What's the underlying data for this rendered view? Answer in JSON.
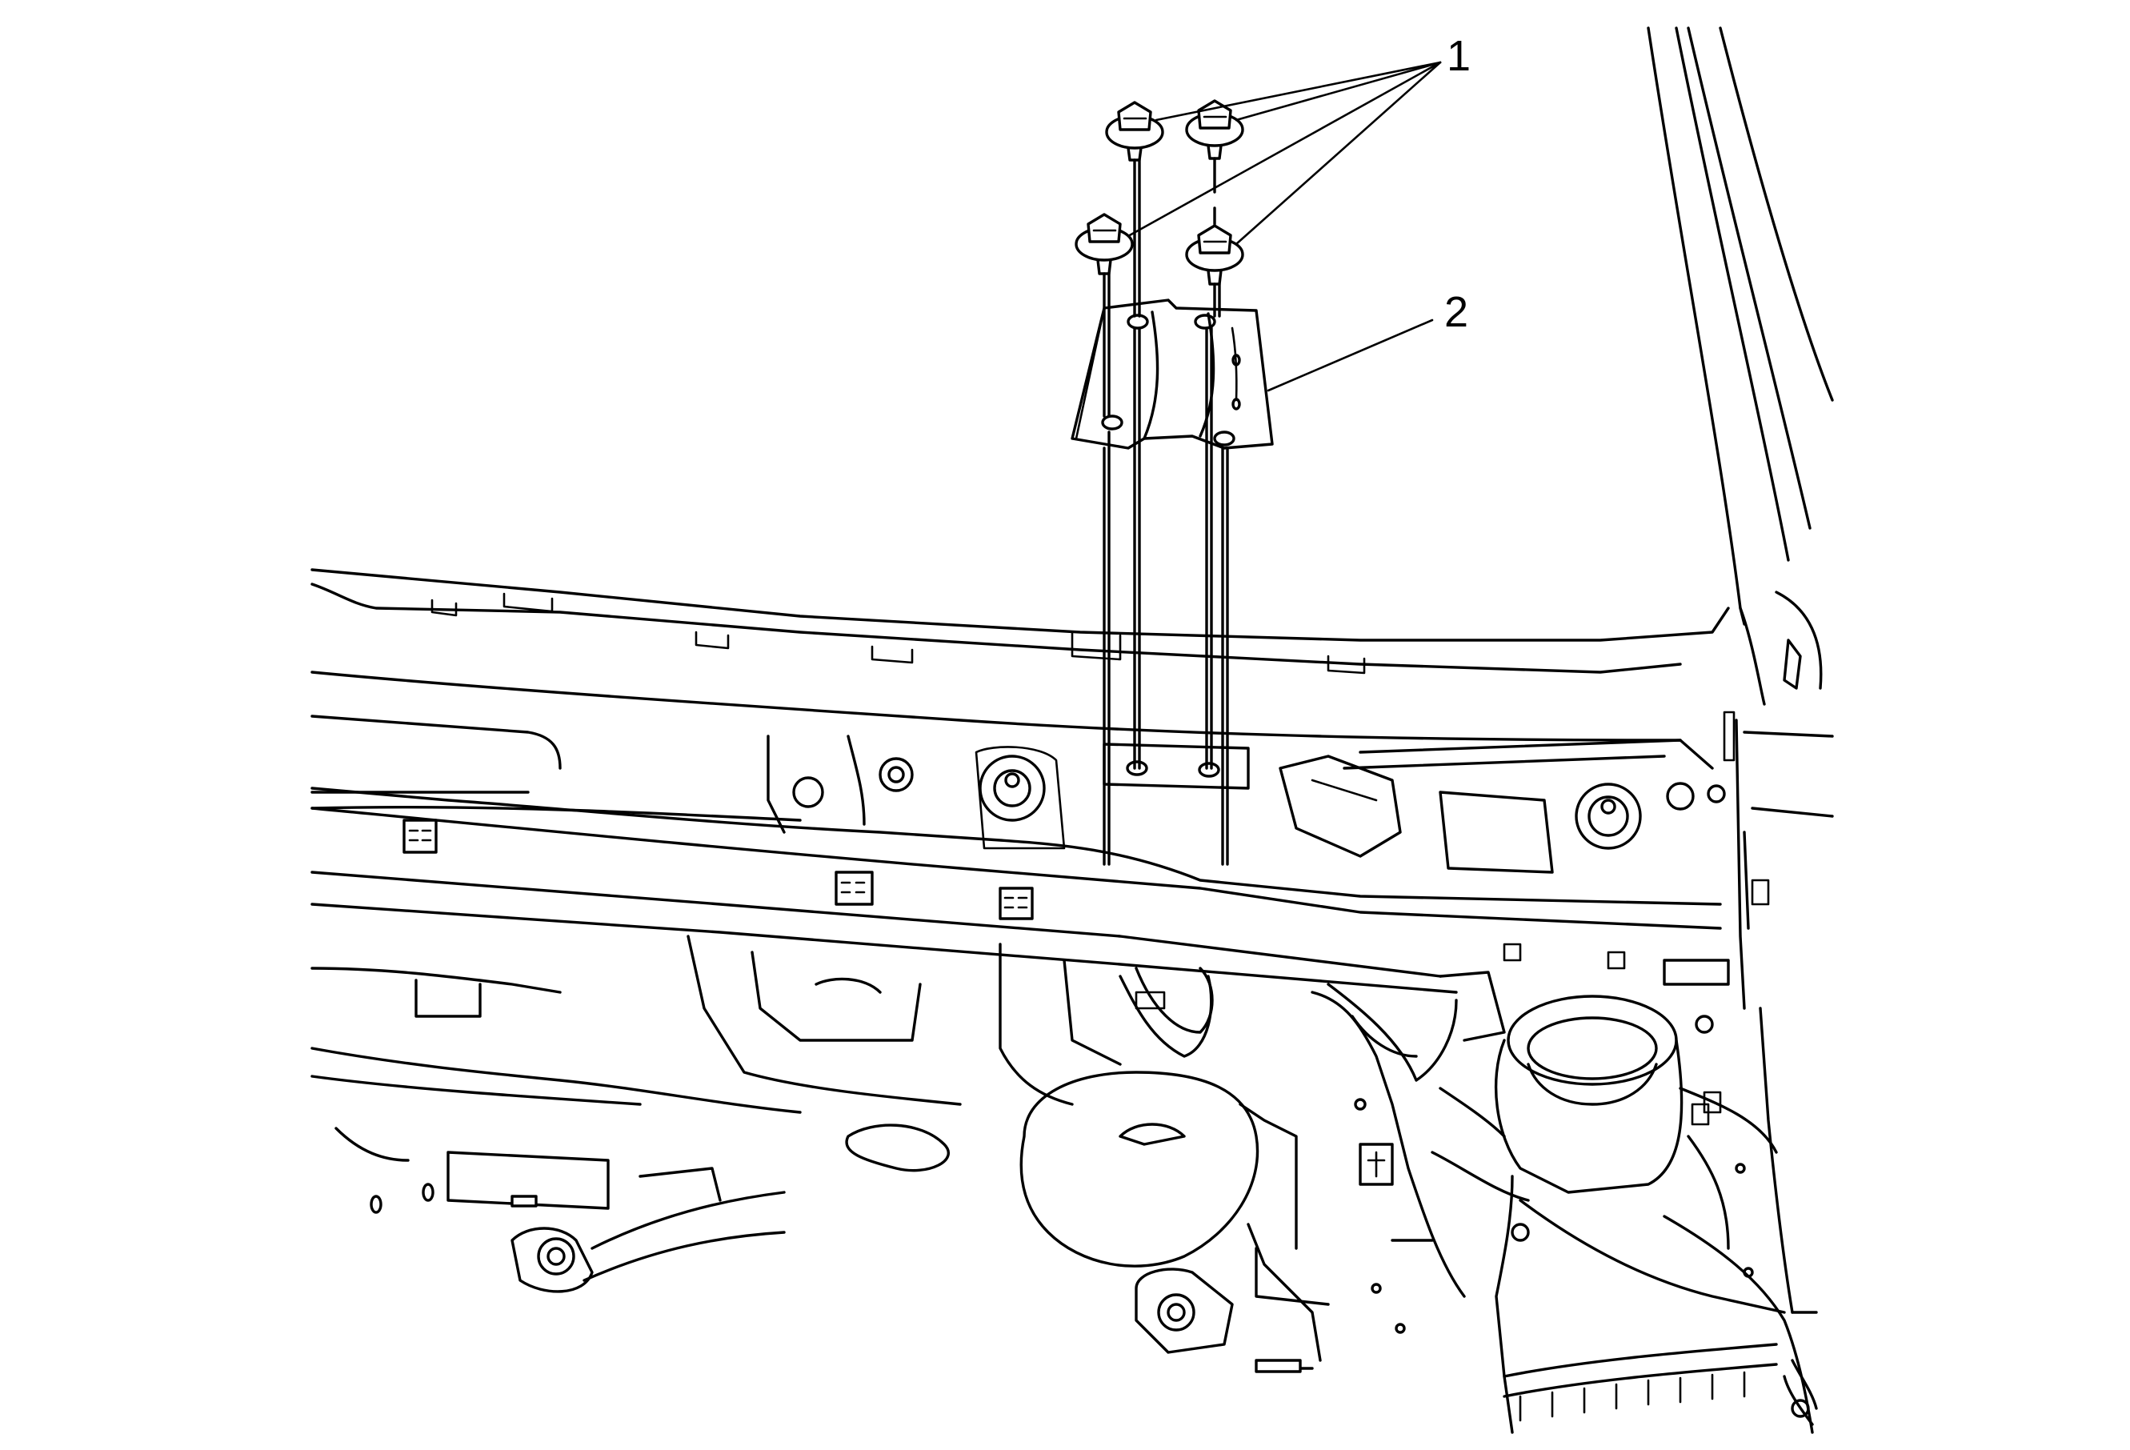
{
  "callouts": [
    {
      "id": "1",
      "label": "1"
    },
    {
      "id": "2",
      "label": "2"
    }
  ],
  "parts": {
    "bolts": {
      "count": 4,
      "callout": "1"
    },
    "bracket": {
      "callout": "2"
    }
  },
  "colors": {
    "line": "#000000",
    "background": "#ffffff"
  }
}
